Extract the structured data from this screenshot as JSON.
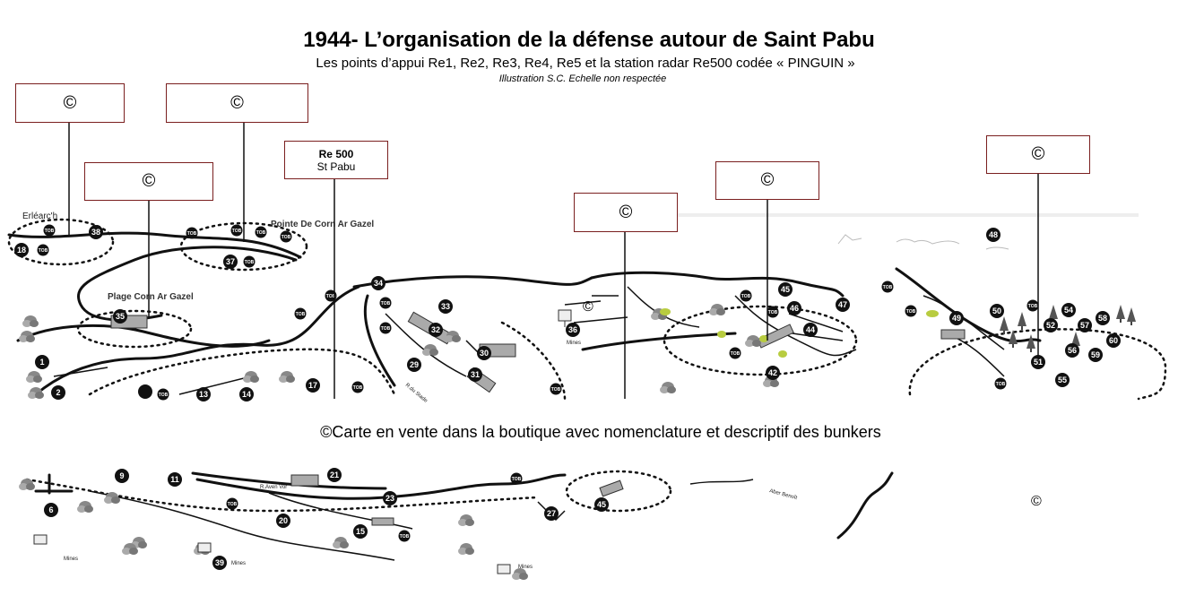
{
  "header": {
    "title": "1944- L’organisation de la défense autour de Saint Pabu",
    "subtitle": "Les points d’appui Re1, Re2, Re3, Re4, Re5 et la station radar Re500 codée « PINGUIN »",
    "credit": "Illustration S.C. Echelle non respectée"
  },
  "callouts": [
    {
      "id": "c1",
      "text": "©"
    },
    {
      "id": "c2",
      "text": "©"
    },
    {
      "id": "c3",
      "text": "©"
    },
    {
      "id": "re500",
      "line1": "Re 500",
      "line2": "St Pabu"
    },
    {
      "id": "c4",
      "text": "©"
    },
    {
      "id": "c5",
      "text": "©"
    },
    {
      "id": "c6",
      "text": "©"
    }
  ],
  "banner": "©Carte en vente dans la boutique avec nomenclature et descriptif des bunkers",
  "map": {
    "place_labels": [
      "Erléarc'h",
      "Pointe De Corn Ar Gazel",
      "Plage Corn Ar Gazel",
      "Mines",
      "Mines",
      "Mines",
      "Aber Benoît",
      "R.Aven Vor",
      "R.du Stade"
    ],
    "copyright_marks": [
      "©",
      "©"
    ],
    "tob_label": "TOB",
    "numbered_sites": [
      "1",
      "2",
      "6",
      "9",
      "11",
      "13",
      "14",
      "15",
      "17",
      "18",
      "20",
      "21",
      "23",
      "27",
      "29",
      "30",
      "31",
      "32",
      "33",
      "34",
      "35",
      "36",
      "36",
      "37",
      "38",
      "39",
      "42",
      "44",
      "45",
      "46",
      "47",
      "48",
      "49",
      "50",
      "51",
      "52",
      "54",
      "55",
      "56",
      "57",
      "58",
      "59",
      "60"
    ]
  }
}
